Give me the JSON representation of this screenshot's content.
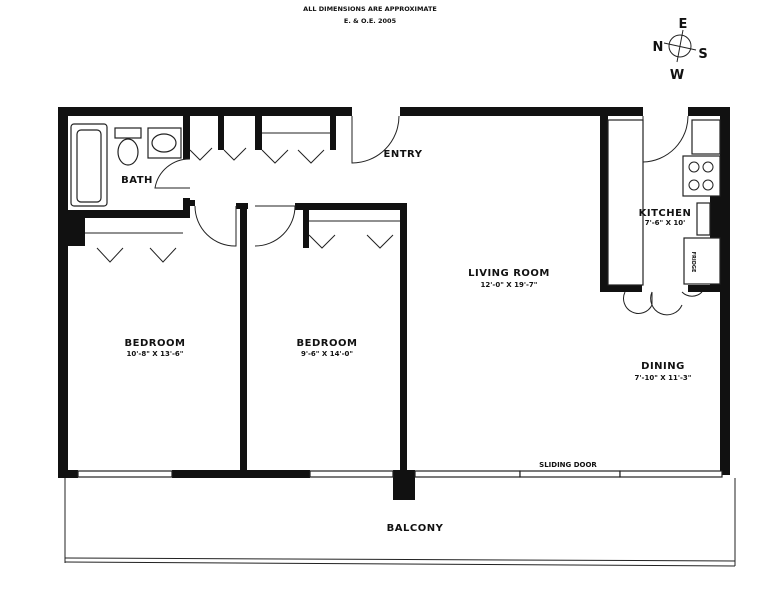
{
  "header": {
    "note": "ALL DIMENSIONS ARE APPROXIMATE",
    "copyright": "E. & O.E. 2005"
  },
  "compass": {
    "north": "N",
    "east": "E",
    "south": "S",
    "west": "W"
  },
  "rooms": {
    "entry": {
      "name": "ENTRY"
    },
    "bath": {
      "name": "BATH"
    },
    "kitchen": {
      "name": "KITCHEN",
      "dims": "7'-6\" X 10'",
      "fridge": "FRIDGE"
    },
    "living": {
      "name": "LIVING ROOM",
      "dims": "12'-0\" X 19'-7\""
    },
    "bedroom1": {
      "name": "BEDROOM",
      "dims": "10'-8\" X 13'-6\""
    },
    "bedroom2": {
      "name": "BEDROOM",
      "dims": "9'-6\" X 14'-0\""
    },
    "dining": {
      "name": "DINING",
      "dims": "7'-10\" X 11'-3\""
    },
    "balcony": {
      "name": "BALCONY"
    }
  },
  "labels": {
    "sliding_door": "SLIDING DOOR"
  }
}
